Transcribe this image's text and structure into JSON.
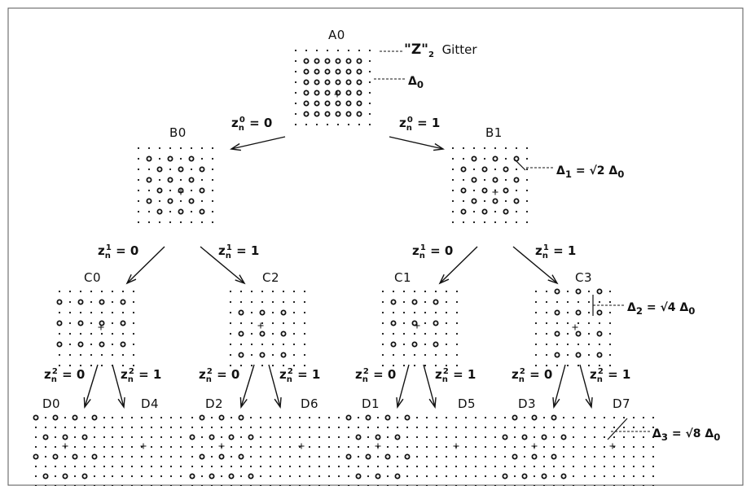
{
  "lattice_name": "\"Z₂\" Gitter",
  "lattice_symbol": "\"Z\"",
  "lattice_sub": "2",
  "lattice_word": "Gitter",
  "nodes": {
    "A0": "A0",
    "B0": "B0",
    "B1": "B1",
    "C0": "C0",
    "C2": "C2",
    "C1": "C1",
    "C3": "C3",
    "D0": "D0",
    "D4": "D4",
    "D2": "D2",
    "D6": "D6",
    "D1": "D1",
    "D5": "D5",
    "D3": "D3",
    "D7": "D7"
  },
  "edges": {
    "z0_0": {
      "var": "z",
      "sub": "n",
      "sup": "0",
      "val": "= 0"
    },
    "z0_1": {
      "var": "z",
      "sub": "n",
      "sup": "0",
      "val": "= 1"
    },
    "z1_0": {
      "var": "z",
      "sub": "n",
      "sup": "1",
      "val": "= 0"
    },
    "z1_1": {
      "var": "z",
      "sub": "n",
      "sup": "1",
      "val": "= 1"
    },
    "z2_0": {
      "var": "z",
      "sub": "n",
      "sup": "2",
      "val": "= 0"
    },
    "z2_1": {
      "var": "z",
      "sub": "n",
      "sup": "2",
      "val": "= 1"
    }
  },
  "distances": {
    "d0": {
      "delta": "Δ",
      "sub": "0"
    },
    "d1": {
      "delta": "Δ",
      "sub": "1",
      "eq": "= √2 Δ",
      "sub2": "0"
    },
    "d2": {
      "delta": "Δ",
      "sub": "2",
      "eq": "= √4 Δ",
      "sub2": "0"
    },
    "d3": {
      "delta": "Δ",
      "sub": "3",
      "eq": "= √8 Δ",
      "sub2": "0"
    }
  },
  "colors": {
    "ink": "#111111",
    "frame": "#555555",
    "background": "#ffffff"
  }
}
